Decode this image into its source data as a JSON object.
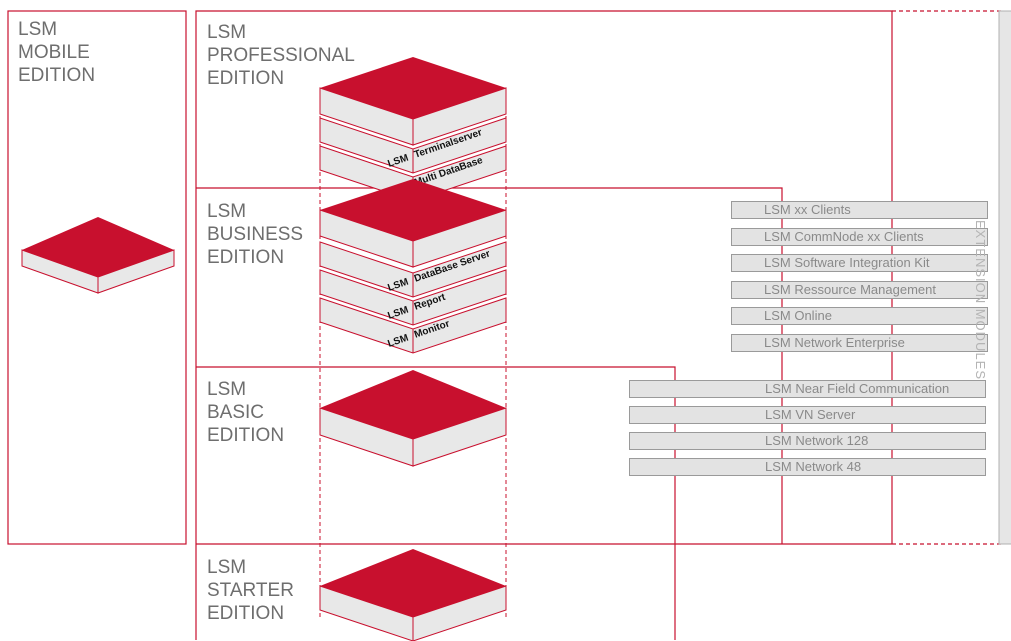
{
  "editions": {
    "mobile": [
      "LSM",
      "MOBILE",
      "EDITION"
    ],
    "professional": [
      "LSM",
      "PROFESSIONAL",
      "EDITION"
    ],
    "business": [
      "LSM",
      "BUSINESS",
      "EDITION"
    ],
    "basic": [
      "LSM",
      "BASIC",
      "EDITION"
    ],
    "starter": [
      "LSM",
      "STARTER",
      "EDITION"
    ]
  },
  "layers": {
    "terminalserver": {
      "brand": "LSM",
      "name": "Terminalserver"
    },
    "multi_database": {
      "brand": "LSM",
      "name": "Multi DataBase"
    },
    "database_server": {
      "brand": "LSM",
      "name": "DataBase Server"
    },
    "report": {
      "brand": "LSM",
      "name": "Report"
    },
    "monitor": {
      "brand": "LSM",
      "name": "Monitor"
    }
  },
  "modules": {
    "upper": [
      "LSM xx Clients",
      "LSM CommNode xx Clients",
      "LSM Software Integration Kit",
      "LSM Ressource Management",
      "LSM Online",
      "LSM Network Enterprise"
    ],
    "lower": [
      "LSM Near Field Communication",
      "LSM VN Server",
      "LSM Network 128",
      "LSM Network 48"
    ]
  },
  "extension_label": "EXTENSION MODULES",
  "colors": {
    "accent": "#c8102e",
    "box_side": "#e8e8e8",
    "line": "#c8102e",
    "module_bg": "#e3e3e3"
  }
}
